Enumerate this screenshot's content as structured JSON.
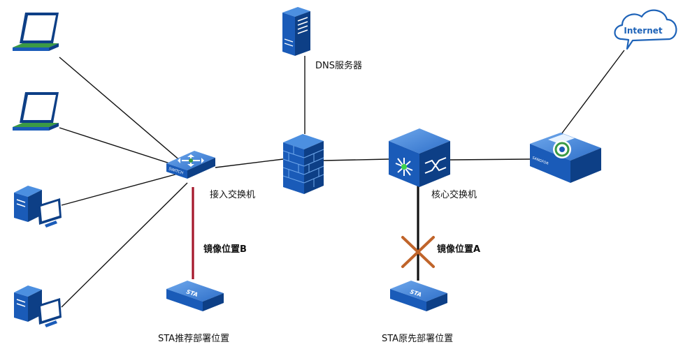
{
  "labels": {
    "dns_server": "DNS服务器",
    "access_switch": "接入交换机",
    "core_switch": "核心交换机",
    "mirror_b": "镜像位置B",
    "mirror_a": "镜像位置A",
    "sta_recommended": "STA推荐部署位置",
    "sta_original": "STA原先部署位置",
    "internet": "Internet",
    "switch_text": "SWITCH",
    "sta_device_text": "STA",
    "gateway_brand": "SANGFOR"
  },
  "colors": {
    "device_blue": "#1a5bb8",
    "device_dark": "#0d3f86",
    "device_light": "#4c8fe0",
    "laptop_screen": "#3b9a45",
    "link_black": "#111111",
    "mirror_link_red": "#a5162a",
    "cross_mark": "#c0642a",
    "cloud_edge": "#1e63b8"
  },
  "icons": [
    "laptop-icon",
    "desktop-pc-icon",
    "server-icon",
    "switch-icon",
    "firewall-icon",
    "core-switch-icon",
    "gateway-icon",
    "cloud-icon",
    "sta-device-icon",
    "cross-mark-icon"
  ]
}
